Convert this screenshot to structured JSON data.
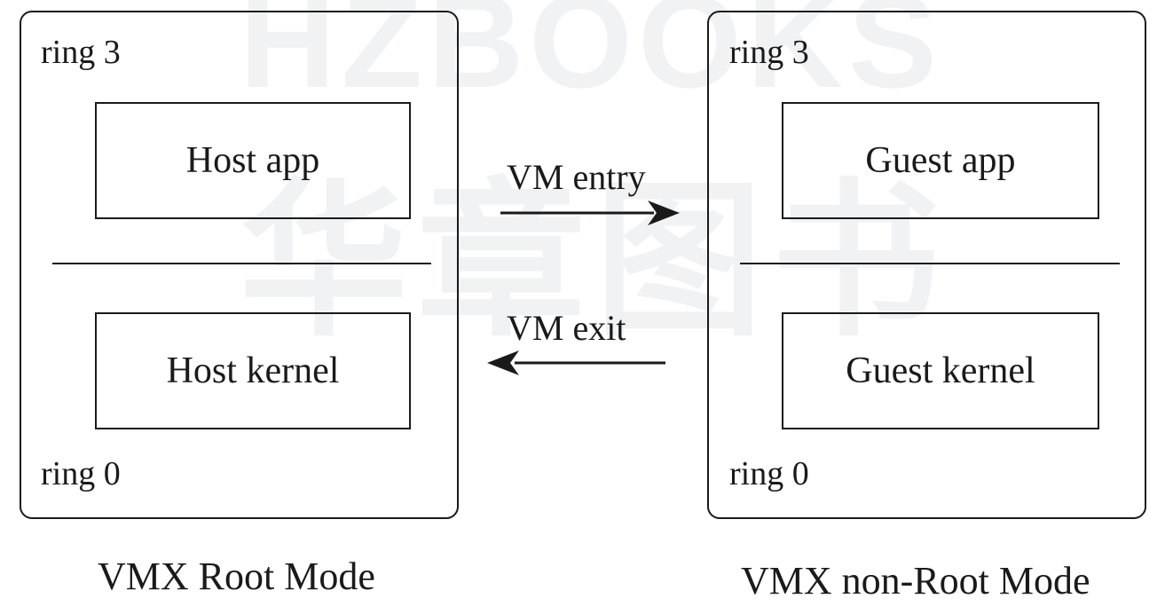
{
  "watermark": {
    "line1": "HZBOOKS",
    "line2": "华章图书"
  },
  "left_panel": {
    "ring_top": "ring 3",
    "app": "Host app",
    "kernel": "Host kernel",
    "ring_bottom": "ring 0",
    "caption": "VMX Root Mode"
  },
  "right_panel": {
    "ring_top": "ring 3",
    "app": "Guest app",
    "kernel": "Guest kernel",
    "ring_bottom": "ring 0",
    "caption": "VMX non-Root Mode"
  },
  "transitions": {
    "entry": "VM entry",
    "exit": "VM exit"
  },
  "colors": {
    "stroke": "#1a1a1a",
    "watermark": "#f1f2f4"
  }
}
